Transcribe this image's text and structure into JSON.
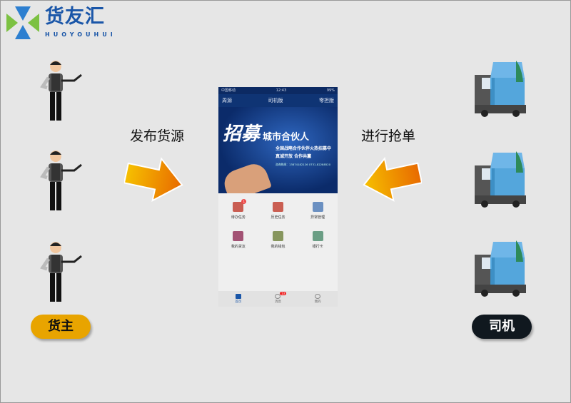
{
  "logo": {
    "name": "货友汇",
    "sub": "HUOYOUHUI"
  },
  "left_label": "发布货源",
  "right_label": "进行抢单",
  "shipper_button": "货主",
  "driver_button": "司机",
  "colors": {
    "shipper": "#e8a400",
    "driver": "#10181f",
    "arrow": "#f08a00",
    "brand": "#1a56a8"
  },
  "phone": {
    "status": {
      "carrier": "中国移动",
      "time": "12:43",
      "battery": "99%"
    },
    "nav": {
      "user": "周源",
      "title": "司机版",
      "mode": "零担版"
    },
    "banner": {
      "big": "招募",
      "title": "城市合伙人",
      "line1": "全国战略合作伙伴火热招募中",
      "line2": "真诚开放 合作共赢",
      "hotline": "咨询热线：13874182126 0731-82288520"
    },
    "menu": [
      {
        "label": "待办任务",
        "icon": "task-clipboard-icon",
        "badge": "1"
      },
      {
        "label": "历史任务",
        "icon": "history-clipboard-icon"
      },
      {
        "label": "异常管理",
        "icon": "warning-box-icon"
      },
      {
        "label": "我的货友",
        "icon": "cargo-friends-icon"
      },
      {
        "label": "我的钱包",
        "icon": "wallet-icon"
      },
      {
        "label": "银行卡",
        "icon": "bank-card-icon"
      }
    ],
    "tabs": [
      {
        "label": "首页",
        "icon": "home-icon"
      },
      {
        "label": "消息",
        "icon": "message-icon",
        "badge": "13"
      },
      {
        "label": "我的",
        "icon": "profile-icon"
      }
    ]
  }
}
